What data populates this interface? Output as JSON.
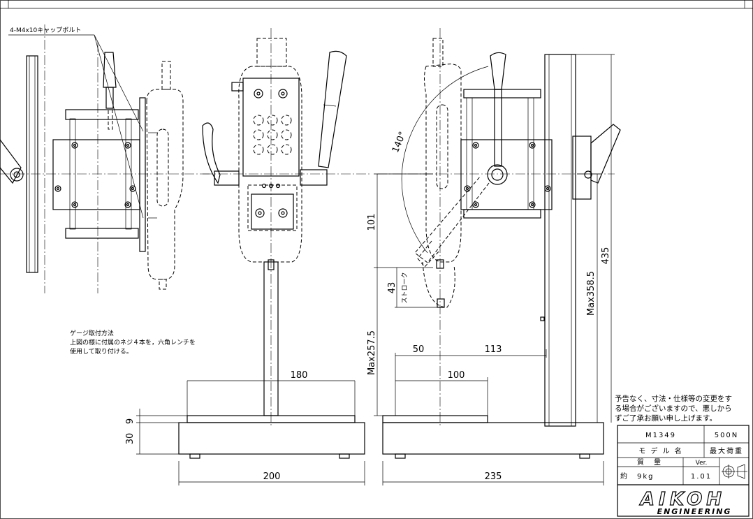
{
  "callouts": {
    "cap_bolt": "4-M4x10キャップボルト",
    "gauge_title": "ゲージ取付方法",
    "gauge_line1": "上図の様に付属のネジ４本を，六角レンチを",
    "gauge_line2": "使用して取り付ける。"
  },
  "dims": {
    "angle": "140°",
    "d101": "101",
    "d43": "43",
    "stroke": "ストローク",
    "max257": "Max257.5",
    "max358": "Max358.5",
    "d435": "435",
    "d50": "50",
    "d113": "113",
    "d100": "100",
    "d180": "180",
    "d200": "200",
    "d235": "235",
    "d9": "9",
    "d30": "30"
  },
  "notice": {
    "line1": "予告なく、寸法・仕様等の変更をす",
    "line2": "る場合がございますので、悪しから",
    "line3": "ずご了承お願い申し上げます。"
  },
  "titleblock": {
    "model_code": "M1349",
    "max_load": "500N",
    "model_label": "モ デ ル 名",
    "max_load_label": "最大荷重",
    "mass_label": "質　量",
    "ver_label": "Ver.",
    "mass_value": "約　9kg",
    "ver_value": "1.01"
  },
  "logo": {
    "brand": "AIKOH",
    "sub": "ENGINEERING"
  }
}
